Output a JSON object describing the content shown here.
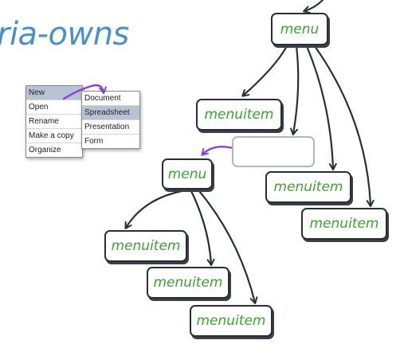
{
  "title": "ria-owns",
  "colors": {
    "title": "#4a90c8",
    "node_text": "#3aa52c",
    "node_border": "#2a2e36",
    "owns_arrow": "#8a3fd6",
    "selected_item": "#b7c3d4"
  },
  "mini_menu": {
    "main_items": [
      "New",
      "Open",
      "Rename",
      "Make a copy",
      "Organize"
    ],
    "selected_main": "New",
    "submenu_items": [
      "Document",
      "Spreadsheet",
      "Presentation",
      "Form"
    ],
    "selected_sub": "Spreadsheet"
  },
  "tree": {
    "top_menu": "menu",
    "top_children": [
      "menuitem",
      "menuitem",
      "menuitem"
    ],
    "owned_menu": "menu",
    "owned_children": [
      "menuitem",
      "menuitem",
      "menuitem"
    ]
  }
}
